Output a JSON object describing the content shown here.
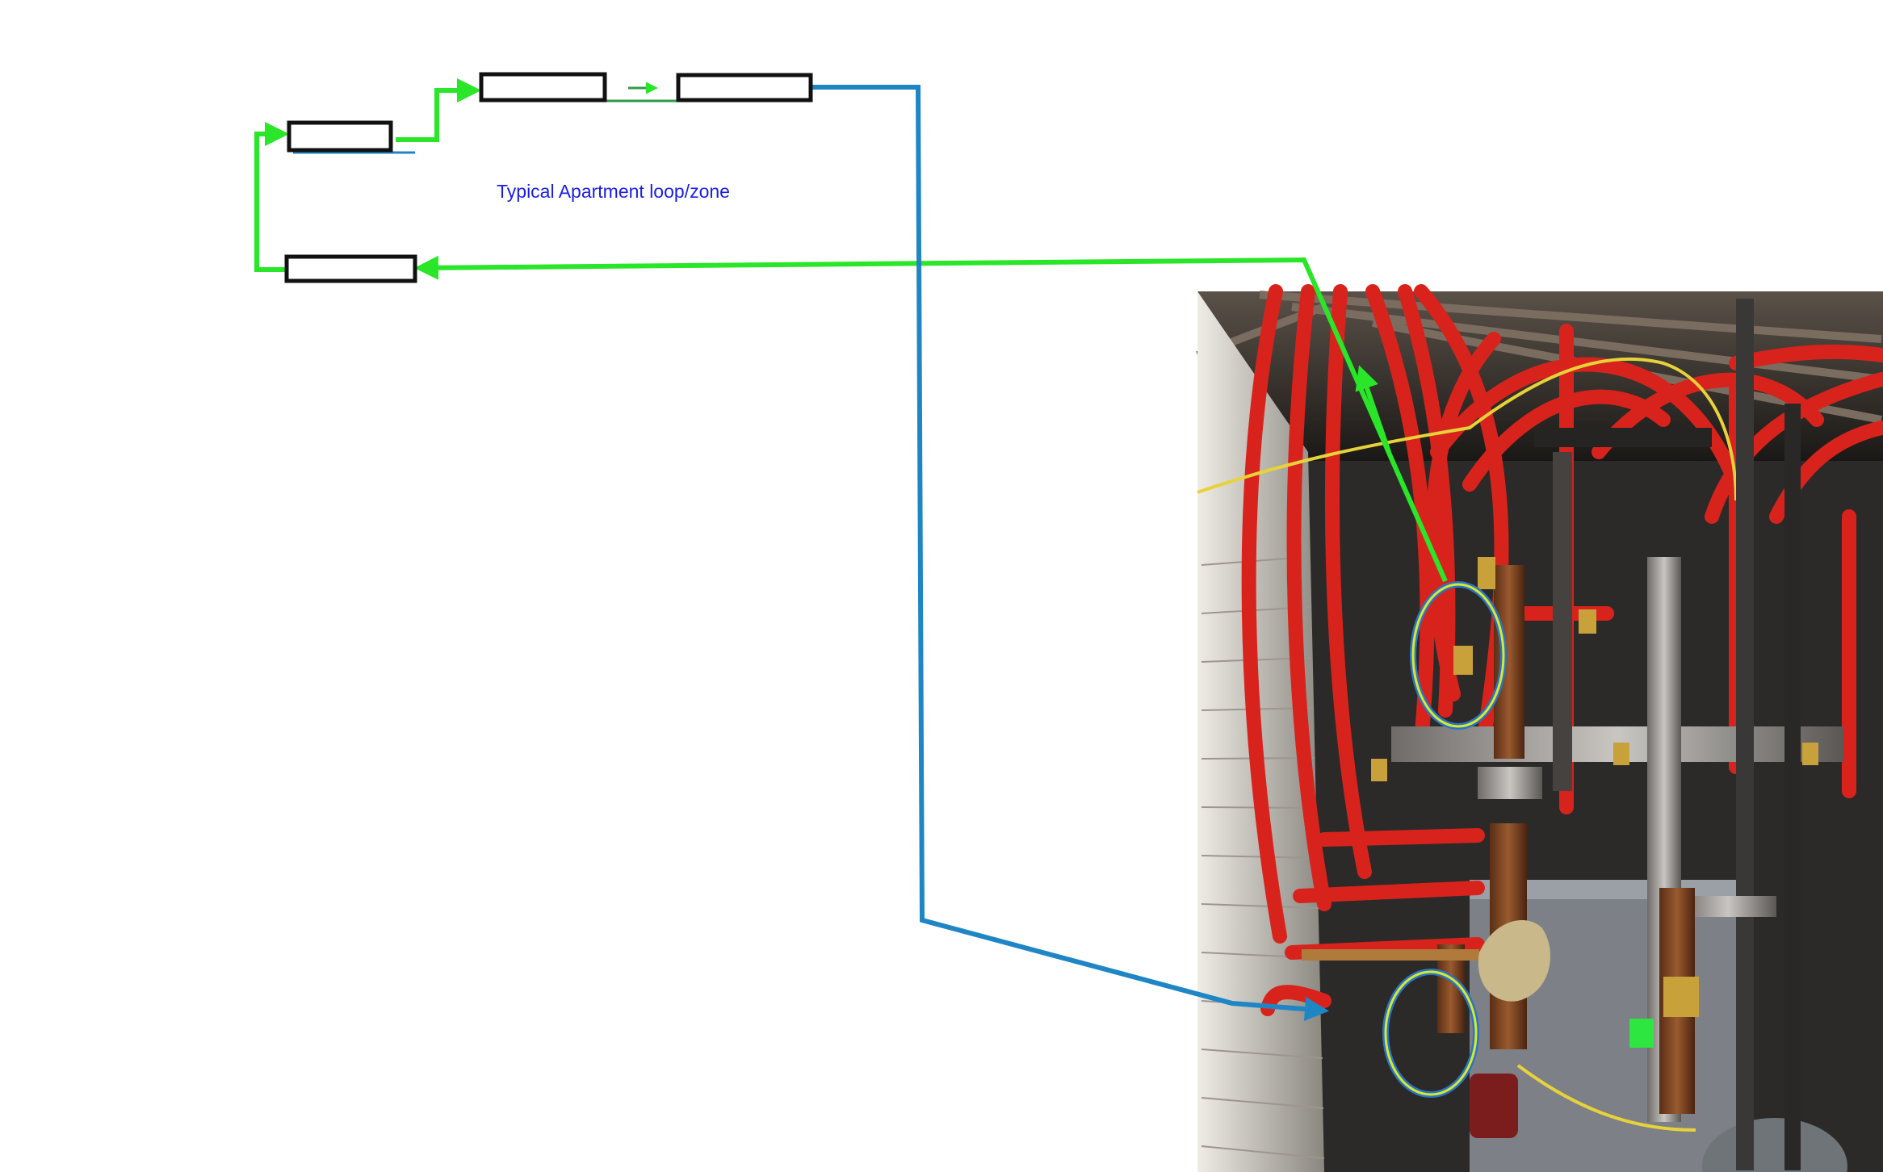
{
  "diagram": {
    "caption": "Typical Apartment loop/zone",
    "colors": {
      "supply_line": "#29e629",
      "return_line": "#1f86c6",
      "highlight_ring": "#2a74c8",
      "highlight_ring_inner": "#d8e92a",
      "radiator_outline": "#111111",
      "red_pex": "#d8231d"
    },
    "radiators": [
      {
        "id": "radiator-1"
      },
      {
        "id": "radiator-2"
      },
      {
        "id": "radiator-3"
      },
      {
        "id": "radiator-4"
      }
    ],
    "photo": {
      "subject": "basement boiler manifold with red PEX loops"
    }
  }
}
